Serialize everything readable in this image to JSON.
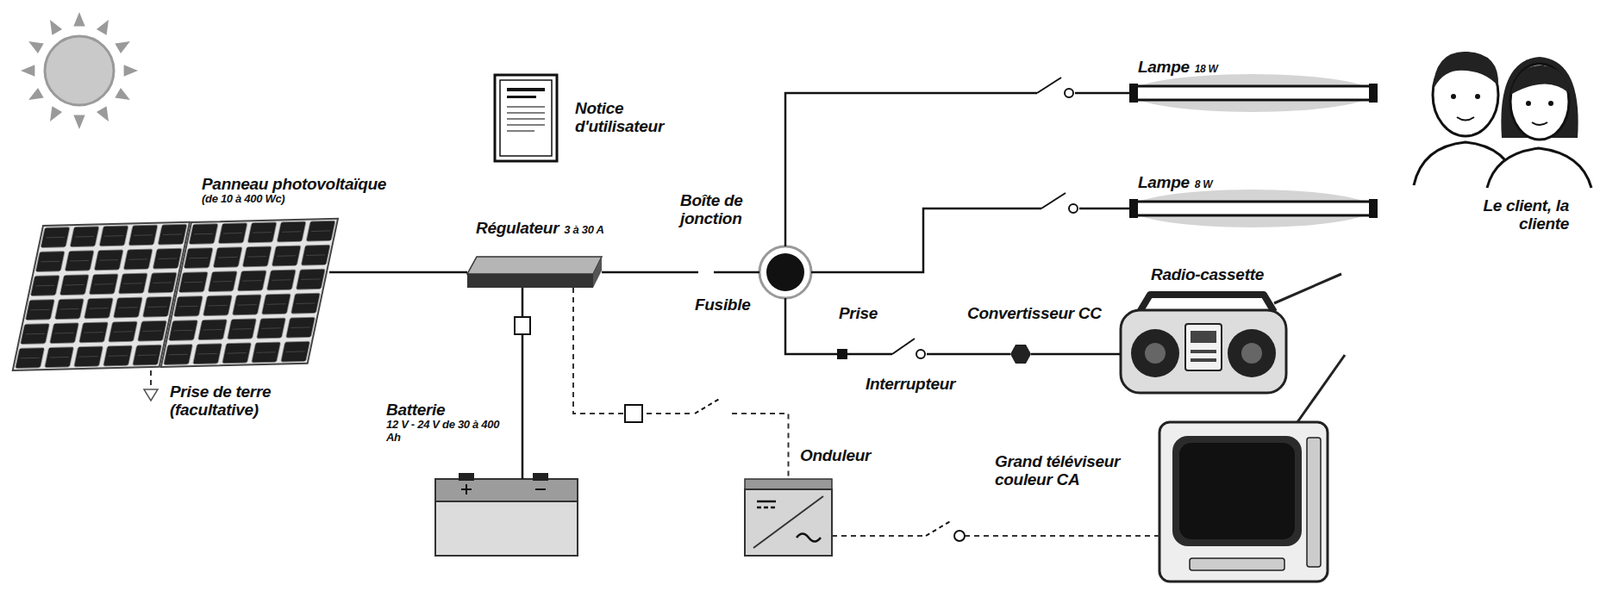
{
  "diagram": {
    "nodes": [
      {
        "text": [
          "Panneau photovoltaïque",
          "(de 10 à 400 Wc)"
        ]
      },
      {
        "text": [
          "Régulateur",
          "3 à 30 A"
        ]
      },
      {
        "text": [
          "Batterie",
          "12 V - 24 V de 30 à 400 Ah"
        ]
      },
      {
        "text": [
          "Fusible"
        ]
      },
      {
        "text": [
          "Boîte de jonction"
        ]
      },
      {
        "text": [
          "Lampe",
          "18 W"
        ]
      },
      {
        "text": [
          "Lampe",
          "8 W"
        ]
      },
      {
        "text": [
          "Prise"
        ]
      },
      {
        "text": [
          "Interrupteur"
        ]
      },
      {
        "text": [
          "Convertisseur CC"
        ]
      },
      {
        "text": [
          "Radio-cassette"
        ]
      },
      {
        "text": [
          "Onduleur"
        ]
      },
      {
        "text": [
          "Grand téléviseur couleur CA"
        ]
      },
      {
        "text": [
          "Notice d'utilisateur"
        ]
      },
      {
        "text": [
          "Le client, la cliente"
        ]
      },
      {
        "text": [
          "Prise de terre (facultative)"
        ]
      }
    ],
    "edges": [
      {
        "from": 0,
        "to": 1,
        "arrow": "none"
      },
      {
        "from": 1,
        "to": 2,
        "arrow": "none"
      },
      {
        "from": 1,
        "to": 3,
        "arrow": "none"
      },
      {
        "from": 3,
        "to": 4,
        "arrow": "none"
      },
      {
        "from": 4,
        "to": 5,
        "arrow": "none"
      },
      {
        "from": 4,
        "to": 6,
        "arrow": "none"
      },
      {
        "from": 4,
        "to": 7,
        "arrow": "none"
      },
      {
        "from": 7,
        "to": 8,
        "arrow": "none"
      },
      {
        "from": 8,
        "to": 9,
        "arrow": "none"
      },
      {
        "from": 9,
        "to": 10,
        "arrow": "none"
      },
      {
        "from": 1,
        "to": 11,
        "arrow": "none"
      },
      {
        "from": 11,
        "to": 12,
        "arrow": "none"
      },
      {
        "from": 0,
        "to": 15,
        "arrow": "none"
      }
    ]
  }
}
